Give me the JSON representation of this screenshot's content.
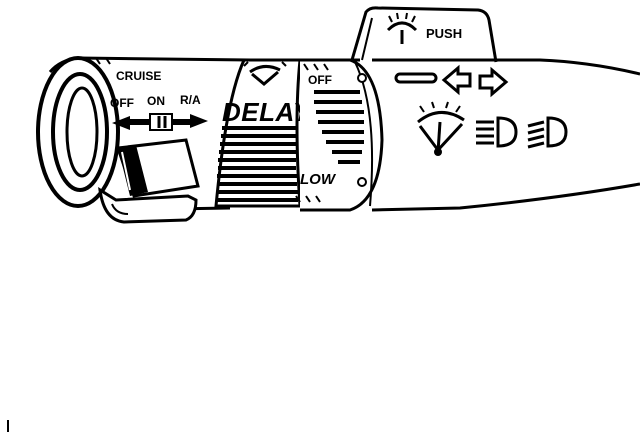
{
  "labels": {
    "push": "PUSH",
    "cruise": "CRUISE",
    "off_cruise": "OFF",
    "on": "ON",
    "ra": "R/A",
    "delay": "DELAY",
    "off_wiper": "OFF",
    "low": "LOW"
  },
  "icons": [
    "washer-push-icon",
    "cruise-switch-arrow-icon",
    "wiper-symbol-icon",
    "turn-signal-left-arrow-icon",
    "turn-signal-right-arrow-icon",
    "wiper-icon",
    "high-beam-icon",
    "low-beam-icon"
  ],
  "colors": {
    "ink": "#000000",
    "paper": "#ffffff"
  }
}
